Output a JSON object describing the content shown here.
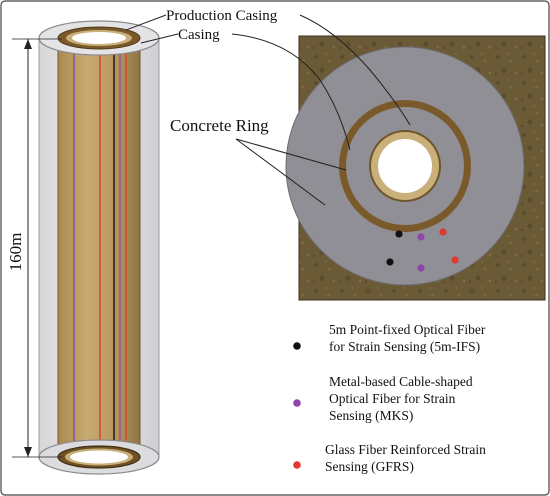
{
  "labels": {
    "production_casing": "Production Casing",
    "casing": "Casing",
    "concrete_ring": "Concrete Ring",
    "depth": "160m"
  },
  "legend": [
    {
      "line1": "5m Point-fixed Optical Fiber",
      "line2": "for Strain Sensing (5m-IFS)",
      "color": "#111111"
    },
    {
      "line1": "Metal-based Cable-shaped",
      "line2": "Optical Fiber for Strain",
      "line3": "Sensing (MKS)",
      "color": "#8e44ad"
    },
    {
      "line1": "Glass Fiber Reinforced Strain",
      "line2": "Sensing (GFRS)",
      "color": "#e03a2f"
    }
  ],
  "colors": {
    "soil": "#6b5a36",
    "concrete": "#8f8f95",
    "casing_brown": "#7a5a2a",
    "casing_tan": "#c9b07a",
    "fiber_black": "#111111",
    "fiber_purple": "#8e44ad",
    "fiber_red": "#e03a2f"
  }
}
